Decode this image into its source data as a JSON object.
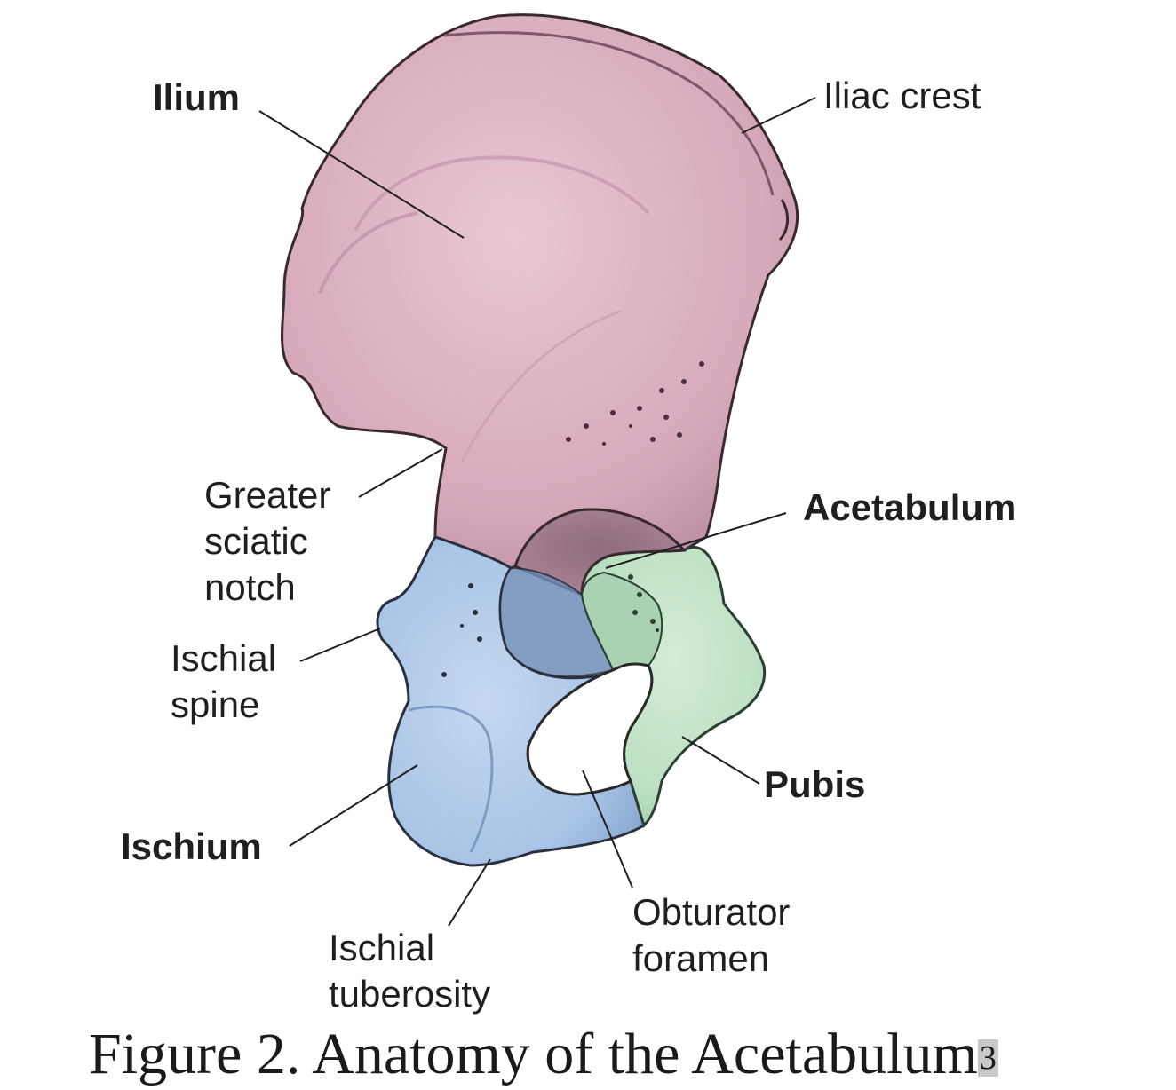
{
  "figure": {
    "caption": "Figure 2. Anatomy of the Acetabulum",
    "reference": "3"
  },
  "labels": {
    "ilium": "Ilium",
    "iliac_crest": "Iliac crest",
    "greater_sciatic_notch": [
      "Greater",
      "sciatic",
      "notch"
    ],
    "acetabulum": "Acetabulum",
    "ischial_spine": [
      "Ischial",
      "spine"
    ],
    "pubis": "Pubis",
    "ischium": "Ischium",
    "ischial_tuberosity": [
      "Ischial",
      "tuberosity"
    ],
    "obturator_foramen": [
      "Obturator",
      "foramen"
    ]
  },
  "colors": {
    "ilium": "#d6a9bb",
    "ischium": "#a9c4e6",
    "pubis": "#bde0c4",
    "outline": "#3a2a30",
    "leader": "#1f1f1f"
  }
}
